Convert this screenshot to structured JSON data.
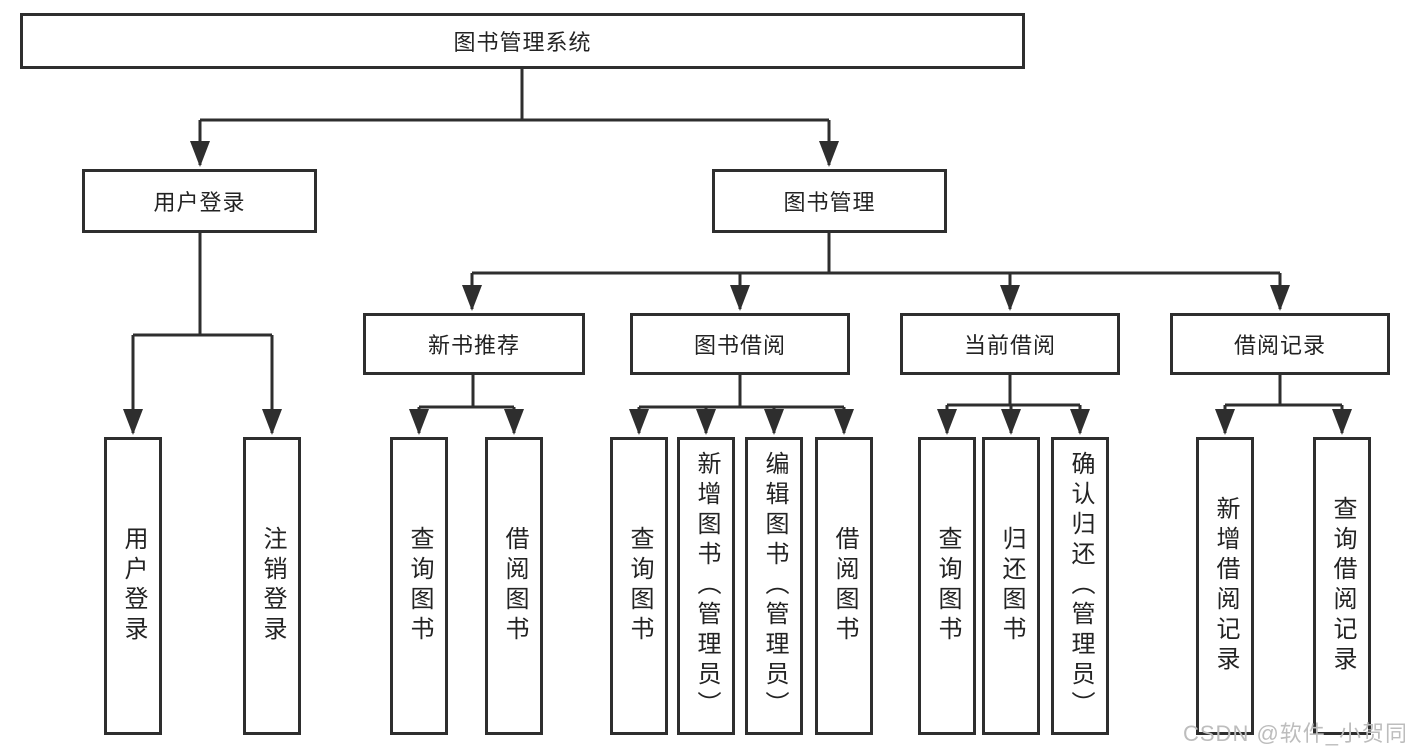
{
  "diagram": {
    "root": {
      "label": "图书管理系统"
    },
    "level2": {
      "user_login": {
        "label": "用户登录"
      },
      "book_management": {
        "label": "图书管理"
      }
    },
    "level3": {
      "new_book_recommend": {
        "label": "新书推荐"
      },
      "book_borrow": {
        "label": "图书借阅"
      },
      "current_borrow": {
        "label": "当前借阅"
      },
      "borrow_records": {
        "label": "借阅记录"
      }
    },
    "leaves": {
      "user_login": [
        "用户登录",
        "注销登录"
      ],
      "new_book_recommend": [
        "查询图书",
        "借阅图书"
      ],
      "book_borrow": [
        "查询图书",
        "新增图书（管理员）",
        "编辑图书（管理员）",
        "借阅图书"
      ],
      "current_borrow": [
        "查询图书",
        "归还图书",
        "确认归还（管理员）"
      ],
      "borrow_records": [
        "新增借阅记录",
        "查询借阅记录"
      ]
    }
  },
  "watermark": "CSDN @软件_小贺同学",
  "colors": {
    "line": "#2e2e2e",
    "text": "#232323",
    "watermark": "#bdbdbd",
    "background": "#ffffff"
  }
}
